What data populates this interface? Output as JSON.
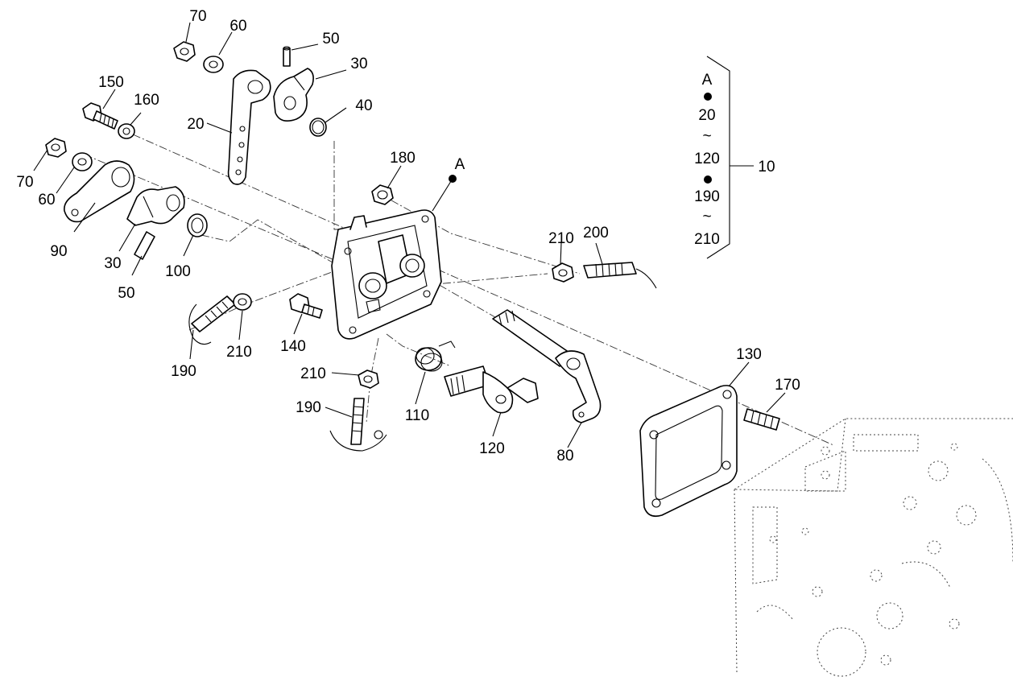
{
  "labels": {
    "p70a": "70",
    "p60a": "60",
    "p50a": "50",
    "p30a": "30",
    "p40": "40",
    "p150": "150",
    "p160": "160",
    "p20": "20",
    "p70b": "70",
    "p60b": "60",
    "p90": "90",
    "p30b": "30",
    "p50b": "50",
    "p100": "100",
    "p180": "180",
    "pA": "A",
    "p210a": "210",
    "p200": "200",
    "p190a": "190",
    "p210b": "210",
    "p140": "140",
    "p210c": "210",
    "p190b": "190",
    "p110": "110",
    "p120": "120",
    "p80": "80",
    "p130": "130",
    "p170": "170"
  },
  "legend": {
    "items": [
      "A",
      "20",
      "120",
      "190",
      "210"
    ],
    "tildes": [
      "~",
      "~"
    ],
    "assembly": "10"
  }
}
